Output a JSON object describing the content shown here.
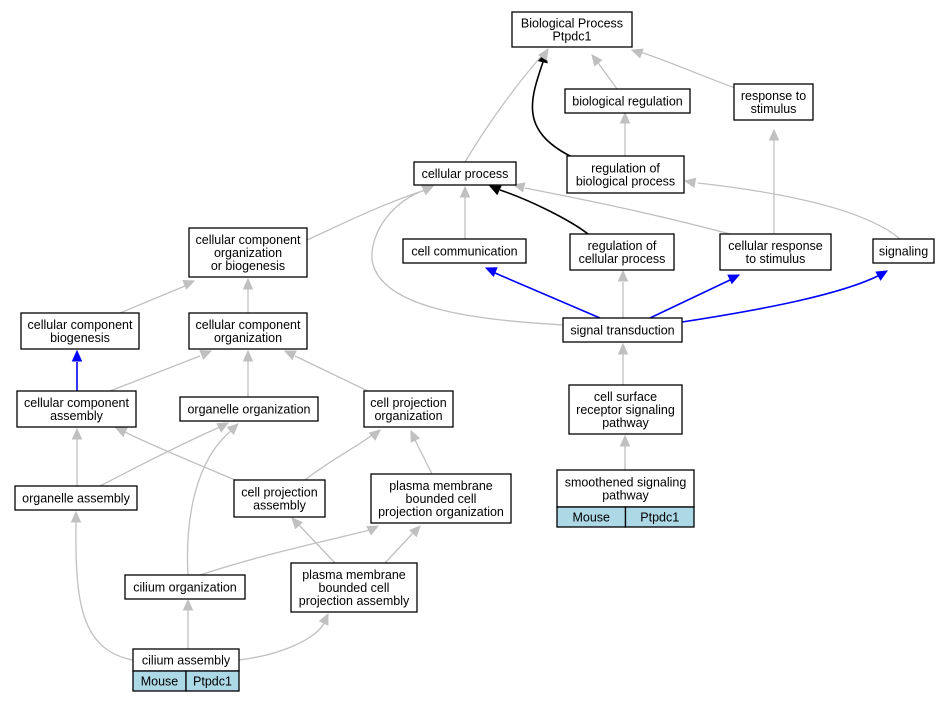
{
  "colors": {
    "edge_default": "#c0c0c0",
    "edge_regulates": "#000000",
    "edge_part_of": "#0000ff",
    "annotation_fill": "#add8e6"
  },
  "nodes": {
    "bp": [
      "Biological Process",
      "Ptpdc1"
    ],
    "bioreg": [
      "biological regulation"
    ],
    "resp": [
      "response to",
      "stimulus"
    ],
    "cellproc": [
      "cellular process"
    ],
    "regbio": [
      "regulation of",
      "biological process"
    ],
    "ccob": [
      "cellular component",
      "organization",
      "or biogenesis"
    ],
    "cellcomm": [
      "cell communication"
    ],
    "regcell": [
      "regulation of",
      "cellular process"
    ],
    "cellresp": [
      "cellular response",
      "to stimulus"
    ],
    "signaling": [
      "signaling"
    ],
    "ccbio": [
      "cellular component",
      "biogenesis"
    ],
    "ccorg": [
      "cellular component",
      "organization"
    ],
    "sigtrans": [
      "signal transduction"
    ],
    "ccasm": [
      "cellular component",
      "assembly"
    ],
    "orgorg": [
      "organelle organization"
    ],
    "cporg": [
      "cell projection",
      "organization"
    ],
    "csrsp": [
      "cell surface",
      "receptor signaling",
      "pathway"
    ],
    "orgasm": [
      "organelle assembly"
    ],
    "cpasm": [
      "cell projection",
      "assembly"
    ],
    "pmbcpo": [
      "plasma membrane",
      "bounded cell",
      "projection organization"
    ],
    "smooth": [
      "smoothened signaling",
      "pathway"
    ],
    "cilorg": [
      "cilium organization"
    ],
    "pmbcpa": [
      "plasma membrane",
      "bounded cell",
      "projection assembly"
    ],
    "cilasm": [
      "cilium assembly"
    ]
  },
  "annotations": {
    "smooth": [
      "Mouse",
      "Ptpdc1"
    ],
    "cilasm": [
      "Mouse",
      "Ptpdc1"
    ]
  }
}
